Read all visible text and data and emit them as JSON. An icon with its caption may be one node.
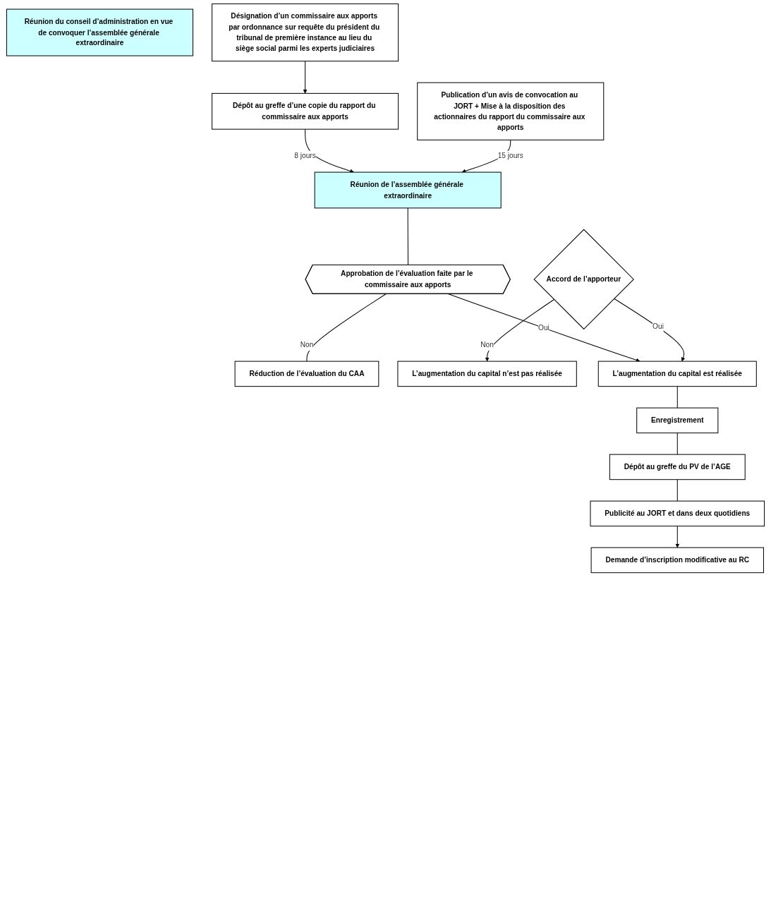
{
  "diagram": {
    "nodes": [
      {
        "text": [
          "Réunion du conseil d’administration en vue de convoquer l’assemblée générale extraordinaire"
        ]
      },
      {
        "text": [
          "Désignation d’un commissaire aux apports par ordonnance sur requête du président du tribunal de première instance au lieu du siège social parmi les experts judiciaires"
        ]
      },
      {
        "text": [
          "Dépôt au greffe d’une copie du rapport du commissaire aux apports"
        ]
      },
      {
        "text": [
          "Publication d’un avis de convocation au JORT + Mise à la disposition des actionnaires du rapport du commissaire aux apports"
        ]
      },
      {
        "text": [
          "Réunion de l’assemblée générale extraordinaire"
        ]
      },
      {
        "text": [
          "Approbation de l’évaluation faite par le commissaire aux apports"
        ]
      },
      {
        "text": [
          "Réduction de l’évaluation du CAA"
        ]
      },
      {
        "text": [
          "Accord de l’apporteur"
        ]
      },
      {
        "text": [
          "L’augmentation du capital n’est pas réalisée"
        ]
      },
      {
        "text": [
          "L’augmentation du capital est réalisée"
        ]
      },
      {
        "text": [
          "Enregistrement"
        ]
      },
      {
        "text": [
          "Dépôt au greffe du PV de l’AGE"
        ]
      },
      {
        "text": [
          "Publicité au JORT et dans deux quotidiens"
        ]
      },
      {
        "text": [
          "Demande d’inscription modificative au RC"
        ]
      }
    ],
    "edges": [
      {
        "from": 1,
        "to": 2,
        "arrow": "to"
      },
      {
        "from": 2,
        "to": 4,
        "arrow": "to",
        "label": "8 jours"
      },
      {
        "from": 3,
        "to": 4,
        "arrow": "to",
        "label": "15 jours"
      },
      {
        "from": 4,
        "to": 5,
        "arrow": "none"
      },
      {
        "from": 5,
        "to": 6,
        "arrow": "none",
        "label": "Non"
      },
      {
        "from": 5,
        "to": 9,
        "arrow": "to",
        "label": "Oui"
      },
      {
        "from": 7,
        "to": 8,
        "arrow": "to",
        "label": "Non"
      },
      {
        "from": 7,
        "to": 9,
        "arrow": "to",
        "label": "Oui"
      },
      {
        "from": 9,
        "to": 10,
        "arrow": "none"
      },
      {
        "from": 10,
        "to": 11,
        "arrow": "none"
      },
      {
        "from": 11,
        "to": 12,
        "arrow": "none"
      },
      {
        "from": 12,
        "to": 13,
        "arrow": "to"
      }
    ]
  }
}
